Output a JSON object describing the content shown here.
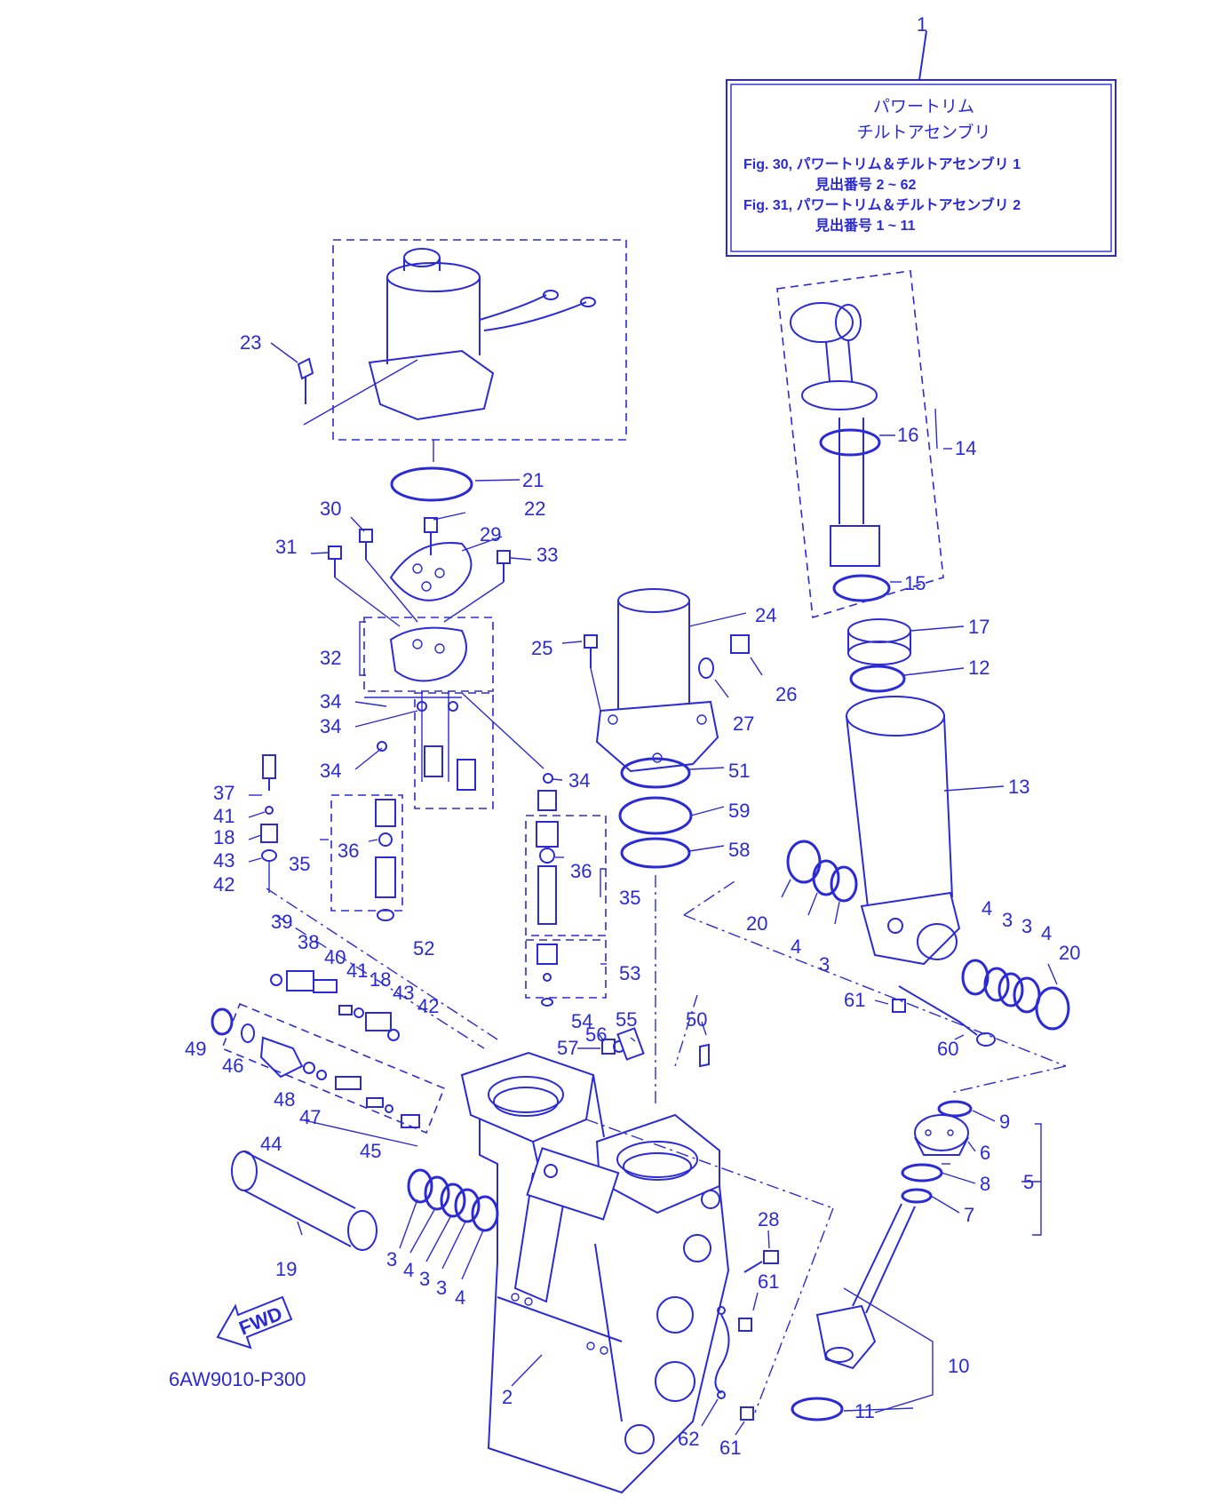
{
  "legend": {
    "ref": "1",
    "line1": "パワートリム",
    "line2": "チルトアセンブリ",
    "line3": "Fig. 30, パワートリム＆チルトアセンブリ 1",
    "line4": "見出番号 2 ~ 62",
    "line5": "Fig. 31, パワートリム＆チルトアセンブリ 2",
    "line6": "見出番号 1 ~ 11"
  },
  "diagram_code": "6AW9010-P300",
  "fwd_label": "FWD",
  "labels": [
    "23",
    "21",
    "30",
    "22",
    "29",
    "31",
    "33",
    "32",
    "34",
    "34",
    "34",
    "34",
    "37",
    "41",
    "18",
    "43",
    "42",
    "35",
    "36",
    "52",
    "25",
    "24",
    "26",
    "27",
    "51",
    "59",
    "58",
    "36",
    "35",
    "53",
    "54",
    "16",
    "14",
    "15",
    "17",
    "12",
    "13",
    "20",
    "4",
    "3",
    "4",
    "3",
    "3",
    "4",
    "20",
    "61",
    "60",
    "39",
    "38",
    "40",
    "41",
    "18",
    "43",
    "42",
    "49",
    "46",
    "48",
    "47",
    "44",
    "45",
    "57",
    "56",
    "55",
    "50",
    "9",
    "6",
    "8",
    "5",
    "7",
    "19",
    "3",
    "4",
    "3",
    "3",
    "4",
    "28",
    "61",
    "2",
    "62",
    "61",
    "10",
    "11"
  ]
}
